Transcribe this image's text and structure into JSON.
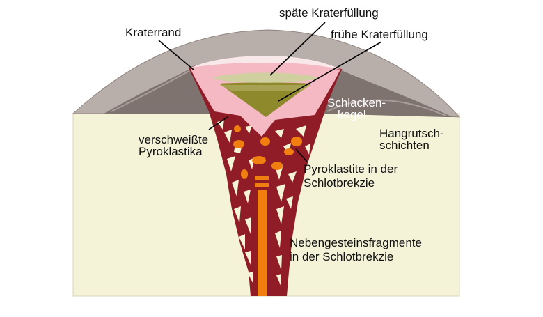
{
  "labels": {
    "kraterrand": "Kraterrand",
    "spaete_kraterfuellung": "späte Kraterfüllung",
    "fruehe_kraterfuellung": "frühe Kraterfüllung",
    "schlackenkegel_line1": "Schlacken-",
    "schlackenkegel_line2": "kegel",
    "hangrutsch_line1": "Hangrutsch-",
    "hangrutsch_line2": "schichten",
    "verschweisste_line1": "verschweißte",
    "verschweisste_line2": "Pyroklastika",
    "pyroklastite_line1": "Pyroklastite in der",
    "pyroklastite_line2": "Schlotbrekzie",
    "nebengestein_line1": "Nebengesteinsfragmente",
    "nebengestein_line2": "in der Schlotbrekzie"
  },
  "colors": {
    "host_rock": "#f4f3d8",
    "cone_top": "#b4aaa6",
    "cone_shadow": "#7d716d",
    "crater_rim": "#f4b9c3",
    "breccia": "#8f1c26",
    "pyroclast": "#f07f10",
    "late_fill": "#cfcfa0",
    "early_fill": "#8e8a2c"
  }
}
